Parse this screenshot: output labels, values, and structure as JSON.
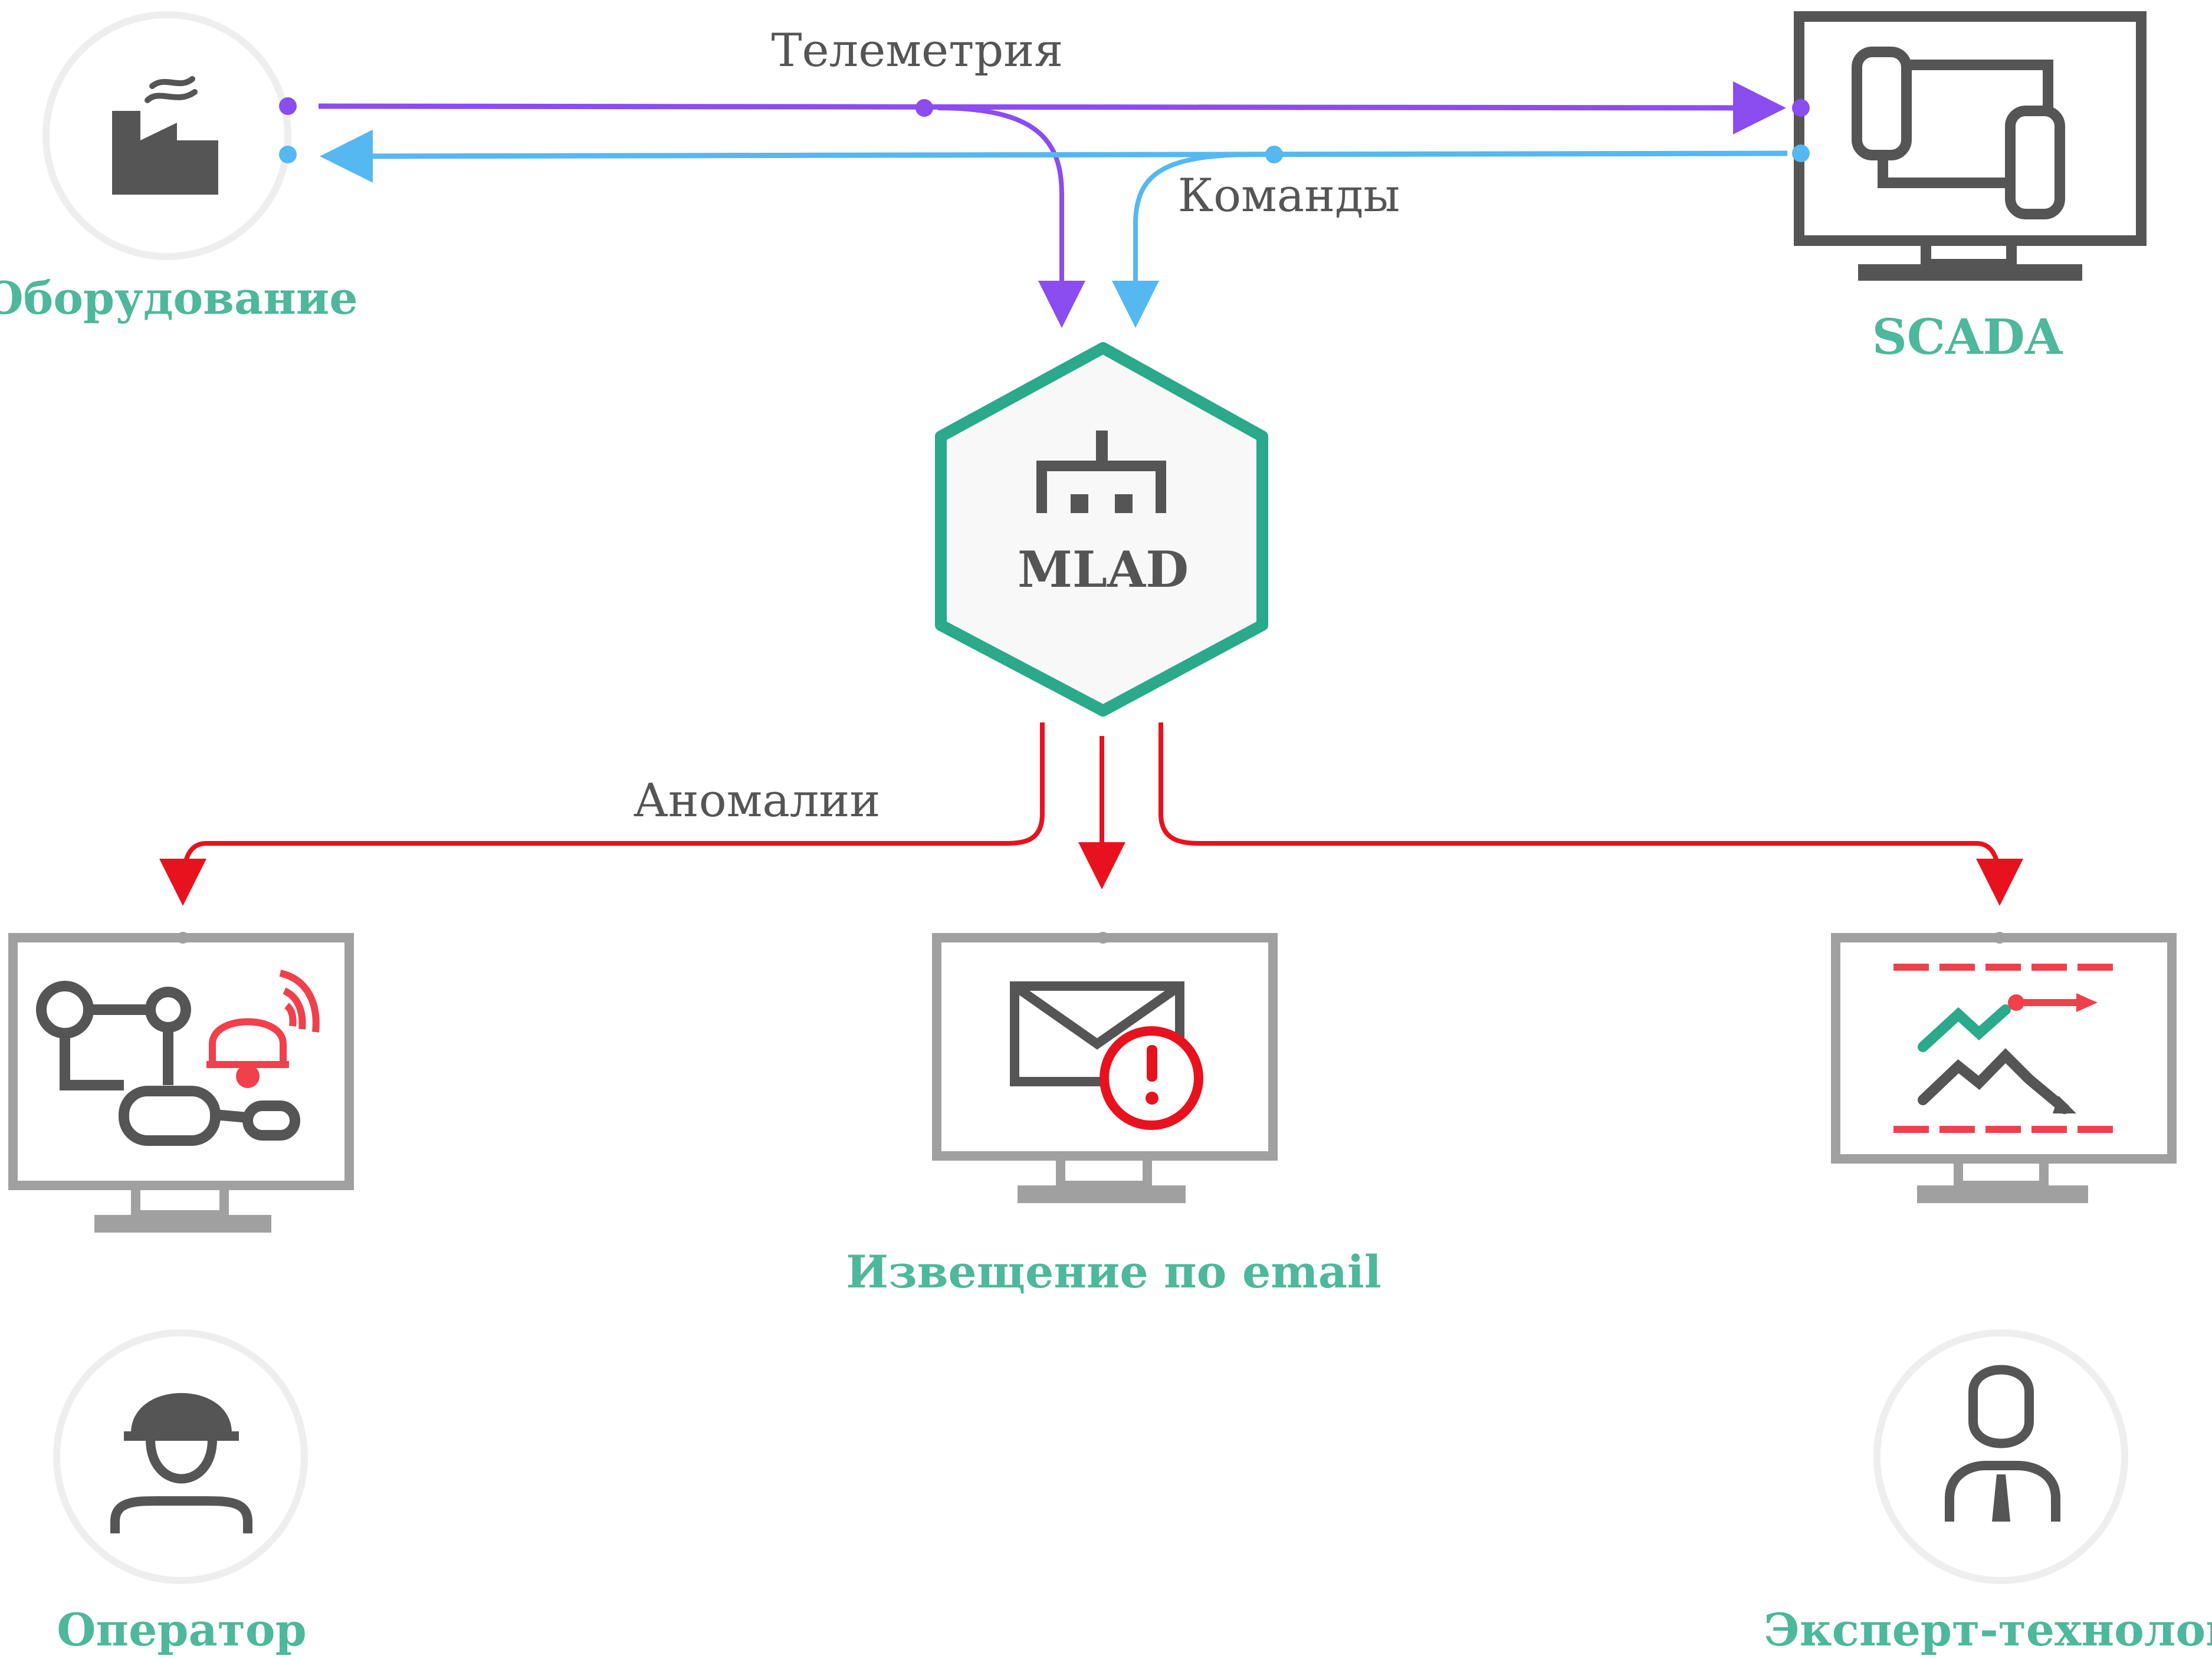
{
  "nodes": {
    "equipment": {
      "label": "Оборудование"
    },
    "scada": {
      "label": "SCADA"
    },
    "mlad": {
      "label": "MLAD"
    },
    "email": {
      "label": "Извещение по email"
    },
    "operator": {
      "label": "Оператор"
    },
    "expert": {
      "label": "Эксперт-технолог"
    }
  },
  "edges": {
    "telemetry": {
      "label": "Телеметрия"
    },
    "commands": {
      "label": "Команды"
    },
    "anomalies": {
      "label": "Аномалии"
    }
  },
  "colors": {
    "telemetry": "#8b4cf0",
    "commands": "#55b8f0",
    "anomalies": "#e8121e",
    "accent": "#2aa98b",
    "label": "#4db89b",
    "icon": "#555555",
    "monitor_light": "#a0a0a0",
    "alert": "#f0404c",
    "circle": "#eeeeee"
  },
  "icons": {
    "equipment": "factory-icon",
    "scada": "monitor-icon",
    "mlad": "robot-icon",
    "operator_monitor": "process-alarm-monitor-icon",
    "email_monitor": "email-alert-monitor-icon",
    "expert_monitor": "trend-chart-monitor-icon",
    "operator": "worker-helmet-icon",
    "expert": "person-tie-icon"
  }
}
